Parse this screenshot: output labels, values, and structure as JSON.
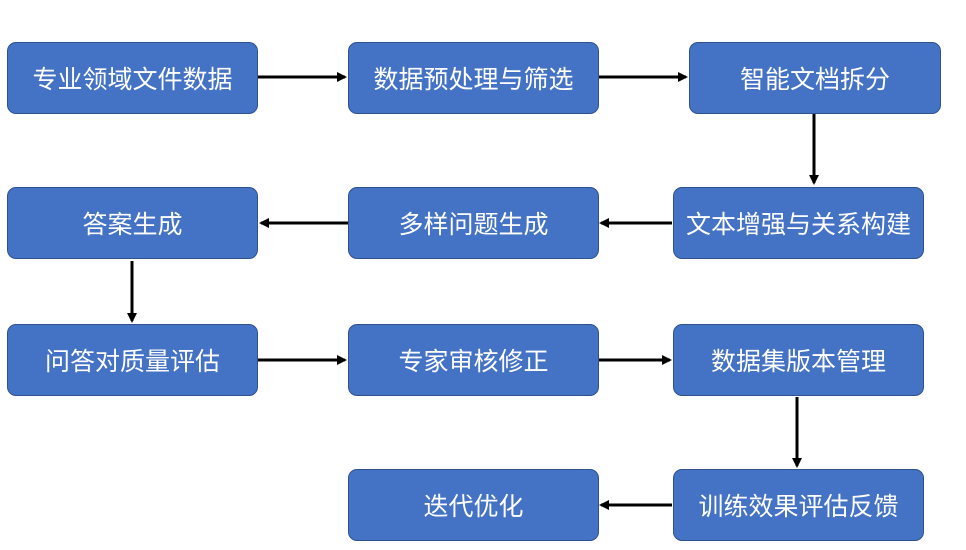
{
  "nodes": {
    "n1": "专业领域文件数据",
    "n2": "数据预处理与筛选",
    "n3": "智能文档拆分",
    "n4": "文本增强与关系构建",
    "n5": "多样问题生成",
    "n6": "答案生成",
    "n7": "问答对质量评估",
    "n8": "专家审核修正",
    "n9": "数据集版本管理",
    "n10": "训练效果评估反馈",
    "n11": "迭代优化"
  },
  "colors": {
    "node_fill": "#4472c4",
    "node_border": "#2f528f",
    "node_text": "#ffffff",
    "arrow": "#000000"
  }
}
